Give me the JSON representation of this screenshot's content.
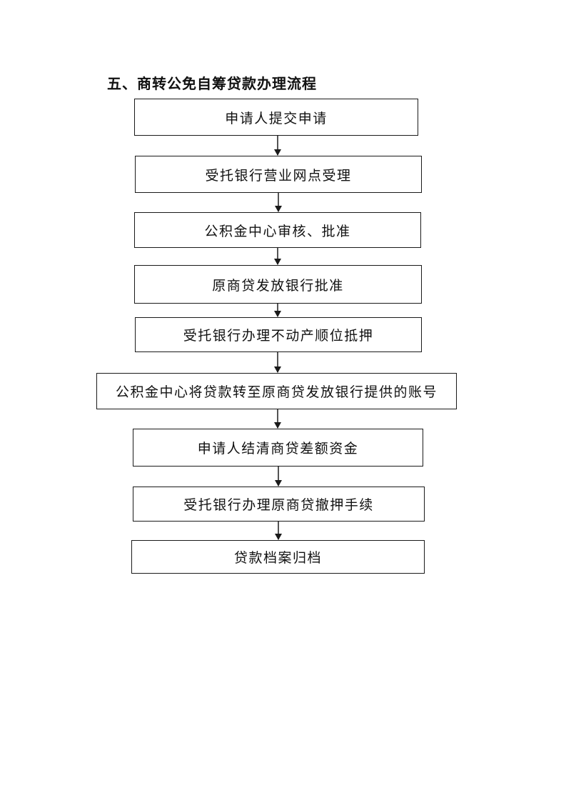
{
  "title": "五、商转公免自筹贷款办理流程",
  "steps": [
    "申请人提交申请",
    "受托银行营业网点受理",
    "公积金中心审核、批准",
    "原商贷发放银行批准",
    "受托银行办理不动产顺位抵押",
    "公积金中心将贷款转至原商贷发放银行提供的账号",
    "申请人结清商贷差额资金",
    "受托银行办理原商贷撤押手续",
    "贷款档案归档"
  ]
}
